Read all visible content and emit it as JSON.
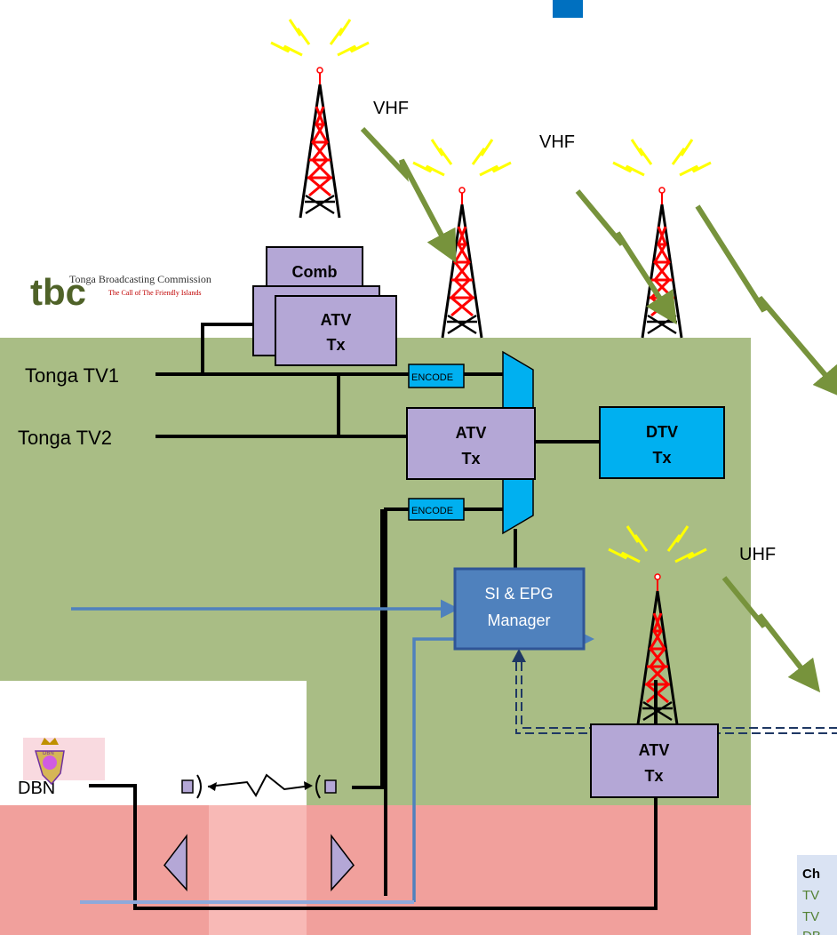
{
  "labels": {
    "vhf_left": "VHF",
    "vhf_right": "VHF",
    "uhf": "UHF",
    "tonga_tv1": "Tonga TV1",
    "tonga_tv2": "Tonga TV2",
    "dbn": "DBN"
  },
  "tbc_logo": {
    "letters": "tbc",
    "name": "Tonga Broadcasting Commission",
    "tagline": "The Call of The Friendly Islands"
  },
  "dbn_logo": {
    "letters": "DBN"
  },
  "boxes": {
    "comb": "Comb",
    "atv_top_l1": "ATV",
    "atv_top_l2": "Tx",
    "atv_mid_l1": "ATV",
    "atv_mid_l2": "Tx",
    "dtv_l1": "DTV",
    "dtv_l2": "Tx",
    "atv_bottom_l1": "ATV",
    "atv_bottom_l2": "Tx",
    "si_epg_l1": "SI & EPG",
    "si_epg_l2": "Manager",
    "encoder_top": "ENCODE",
    "encoder_bottom": "ENCODE"
  },
  "legend": {
    "heading": "Ch",
    "rows": [
      "TV",
      "TV",
      "DB"
    ]
  },
  "colors": {
    "green_zone": "#a9bd85",
    "red_zone": "#f1a09c",
    "box_purple": "#b4a7d6",
    "box_cyan": "#00b0f0",
    "manager_blue": "#4f81bd",
    "arrow_green": "#77933c",
    "tower_red": "#ff0000",
    "rays_yellow": "#ffff00",
    "signal_blue": "#4f81bd"
  }
}
